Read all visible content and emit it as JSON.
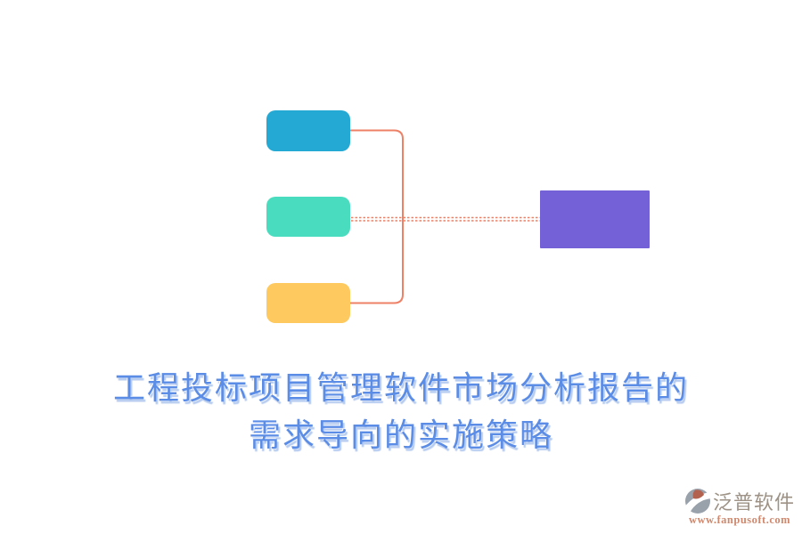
{
  "title": {
    "line1": "工程投标项目管理软件市场分析报告的",
    "line2": "需求导向的实施策略",
    "color": "#5B8CE6"
  },
  "diagram": {
    "left_nodes": [
      {
        "id": "topic-1",
        "color": "#23A9D3"
      },
      {
        "id": "topic-2",
        "color": "#4ADCBF"
      },
      {
        "id": "topic-3",
        "color": "#FEC95E"
      }
    ],
    "right_node": {
      "id": "target",
      "color": "#7561D7"
    },
    "connector_color": "#EE8066"
  },
  "watermark": {
    "brand": "泛普软件",
    "url": "www.fanpusoft.com",
    "brand_color": "#9D9285",
    "url_color": "#D0896E",
    "logo_gray": "#99A1AB",
    "logo_red": "#B2624F"
  }
}
